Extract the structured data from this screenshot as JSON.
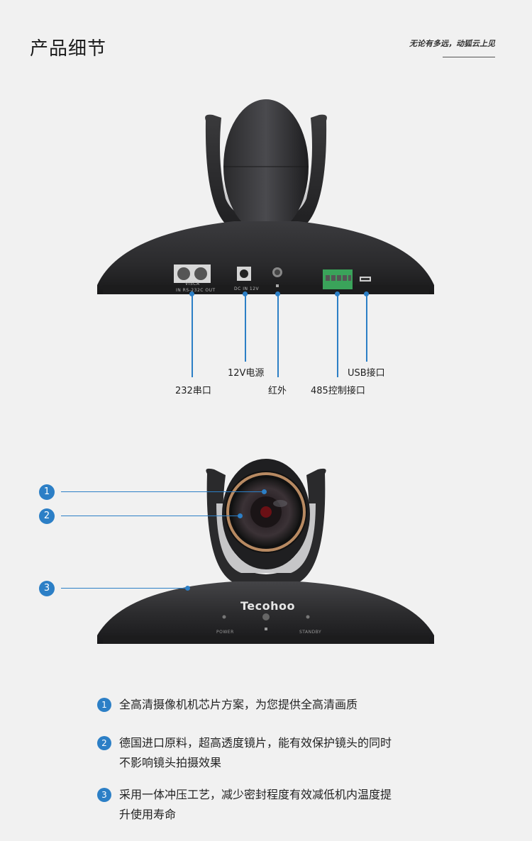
{
  "header": {
    "title": "产品细节",
    "slogan": "无论有多远，动狐云上见"
  },
  "rear_view": {
    "panel_labels": {
      "visca": "VISCA",
      "in_out": "IN RS-232C OUT",
      "dc": "DC IN 12V"
    },
    "callouts": [
      {
        "label": "232串口"
      },
      {
        "label": "12V电源"
      },
      {
        "label": "红外"
      },
      {
        "label": "485控制接口"
      },
      {
        "label": "USB接口"
      }
    ]
  },
  "front_view": {
    "brand": "Tecohoo",
    "power_label": "POWER",
    "standby_label": "STANDBY",
    "markers": [
      "1",
      "2",
      "3"
    ]
  },
  "features": [
    {
      "num": "1",
      "line1": "全高清摄像机机芯片方案，为您提供全高清画质",
      "line2": ""
    },
    {
      "num": "2",
      "line1": "德国进口原料，超高透度镜片，能有效保护镜头的同时",
      "line2": "不影响镜头拍摄效果"
    },
    {
      "num": "3",
      "line1": "采用一体冲压工艺，减少密封程度有效减低机内温度提",
      "line2": "升使用寿命"
    }
  ]
}
